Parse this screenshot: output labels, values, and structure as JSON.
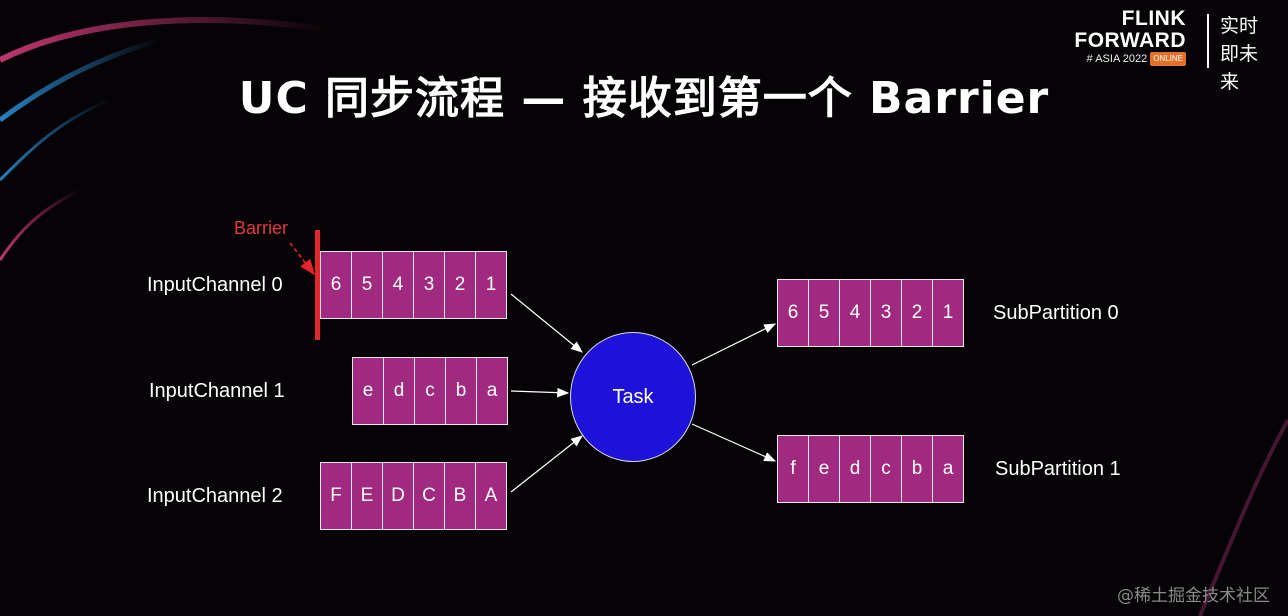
{
  "title": "UC 同步流程 — 接收到第一个 Barrier",
  "logo": {
    "line1": "FLINK",
    "line2": "FORWARD",
    "line3": "# ASIA 2022",
    "badge": "ONLINE",
    "cn": "实时即未来"
  },
  "barrier_label": "Barrier",
  "inputs": [
    {
      "label": "InputChannel 0",
      "cells": [
        "6",
        "5",
        "4",
        "3",
        "2",
        "1"
      ]
    },
    {
      "label": "InputChannel 1",
      "cells": [
        "e",
        "d",
        "c",
        "b",
        "a"
      ]
    },
    {
      "label": "InputChannel 2",
      "cells": [
        "F",
        "E",
        "D",
        "C",
        "B",
        "A"
      ]
    }
  ],
  "task_label": "Task",
  "outputs": [
    {
      "label": "SubPartition 0",
      "cells": [
        "6",
        "5",
        "4",
        "3",
        "2",
        "1"
      ]
    },
    {
      "label": "SubPartition 1",
      "cells": [
        "f",
        "e",
        "d",
        "c",
        "b",
        "a"
      ]
    }
  ],
  "watermark": "@稀土掘金技术社区",
  "colors": {
    "queue_fill": "#a02a7f",
    "task_fill": "#1e11d8",
    "barrier": "#e5262a",
    "background": "#050305"
  }
}
